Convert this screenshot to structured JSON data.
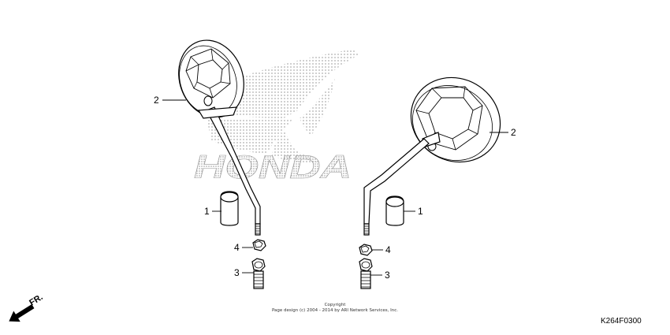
{
  "callouts": {
    "left_mirror": "2",
    "right_mirror": "2",
    "left_cover": "1",
    "right_cover": "1",
    "left_nut": "4",
    "right_nut": "4",
    "left_adapter": "3",
    "right_adapter": "3"
  },
  "direction_label": "FR.",
  "watermark_text": "HONDA",
  "copyright_line1": "Copyright",
  "copyright_line2": "Page design (c) 2004 - 2014 by ARI Network Services, Inc.",
  "reference_code": "K264F0300"
}
